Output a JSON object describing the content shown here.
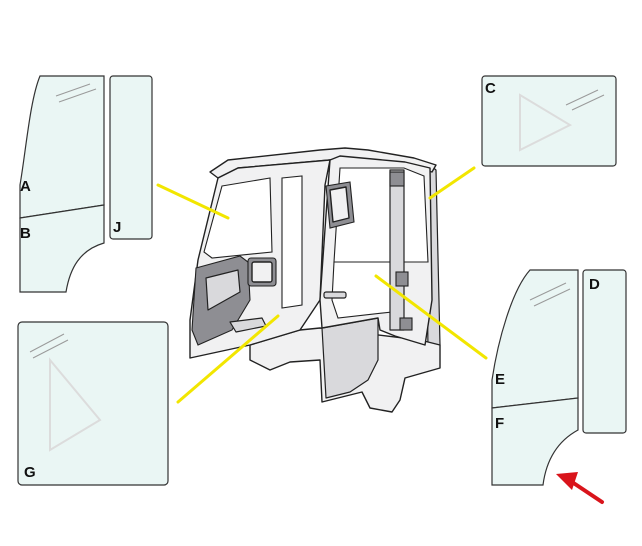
{
  "labels": {
    "a": "A",
    "b": "B",
    "c": "C",
    "d": "D",
    "e": "E",
    "f": "F",
    "g": "G",
    "j": "J"
  },
  "colors": {
    "leader_line": "#f2e600",
    "arrow": "#d9141b",
    "glass_fill": "#eaf6f4",
    "outline": "#333333"
  }
}
